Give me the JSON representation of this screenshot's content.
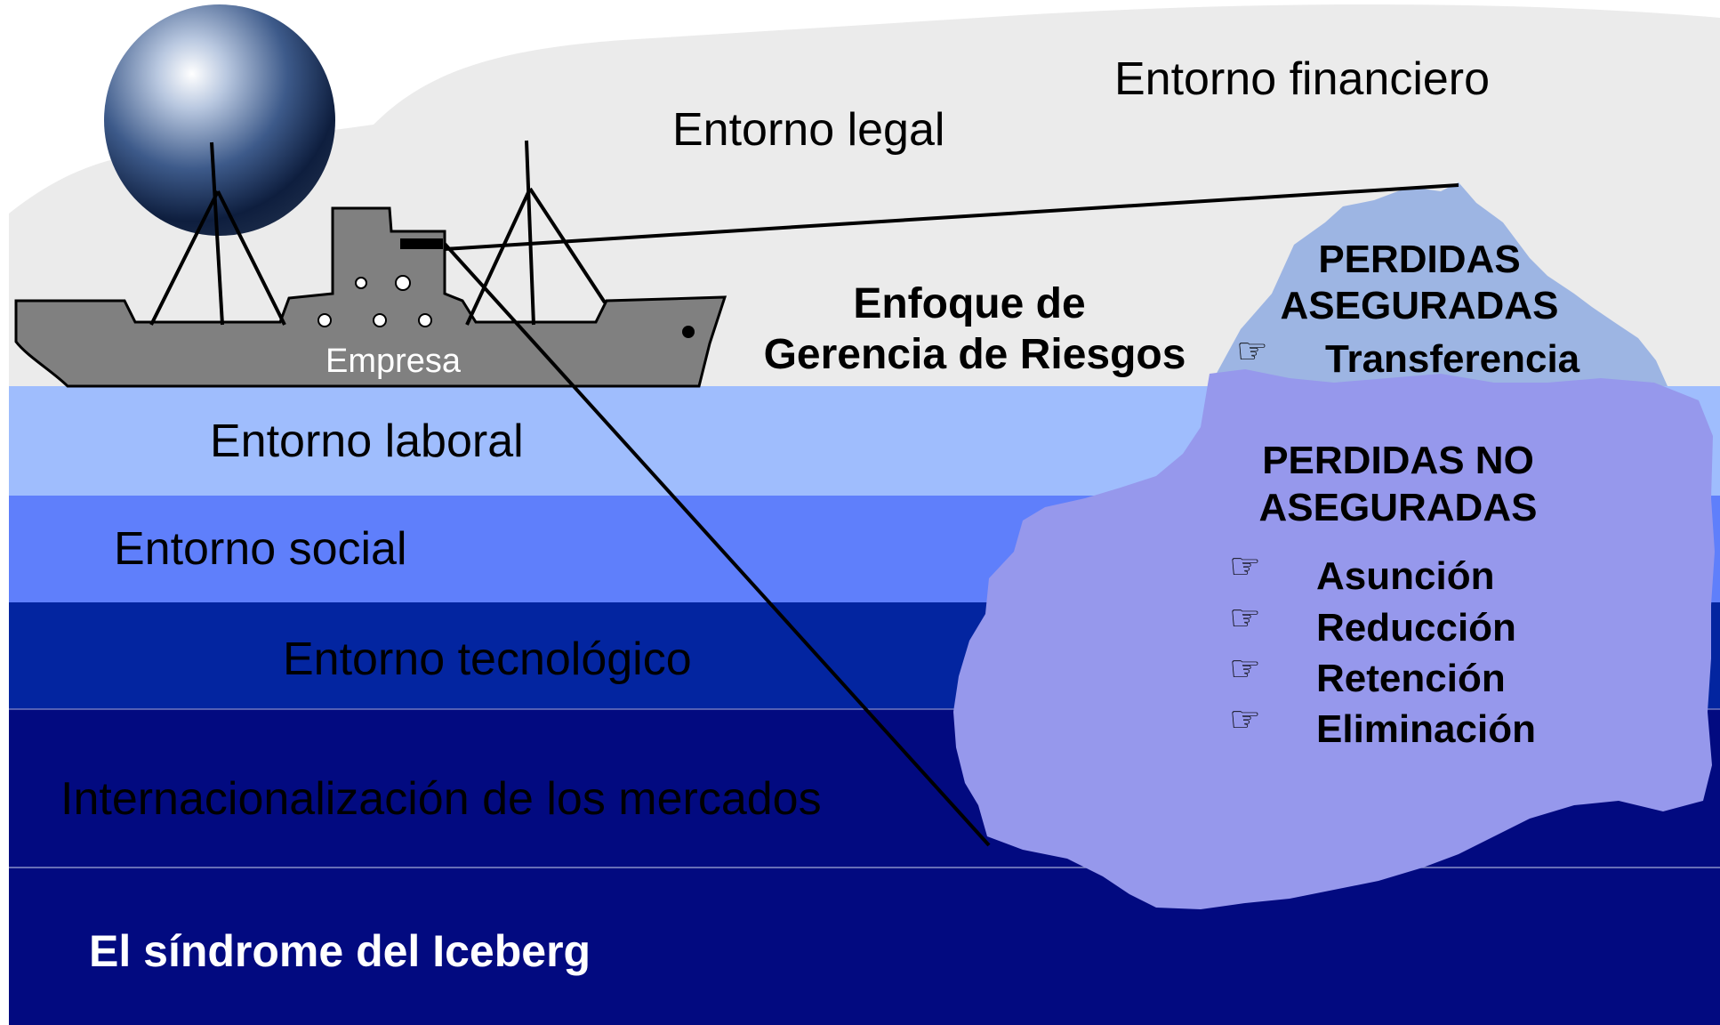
{
  "environments": {
    "financiero": "Entorno financiero",
    "legal": "Entorno legal",
    "laboral": "Entorno laboral",
    "social": "Entorno social",
    "tecnologico": "Entorno tecnológico",
    "internacionalizacion": "Internacionalización de los mercados"
  },
  "ship_label": "Empresa",
  "approach": {
    "line1": "Enfoque de",
    "line2": "Gerencia de Riesgos"
  },
  "insured": {
    "line1": "PERDIDAS",
    "line2": "ASEGURADAS",
    "items": [
      {
        "icon": "pointing-hand-icon",
        "label": "Transferencia"
      }
    ]
  },
  "uninsured": {
    "line1": "PERDIDAS  NO",
    "line2": "ASEGURADAS",
    "items": [
      {
        "icon": "pointing-hand-icon",
        "label": "Asunción"
      },
      {
        "icon": "pointing-hand-icon",
        "label": "Reducción"
      },
      {
        "icon": "pointing-hand-icon",
        "label": "Retención"
      },
      {
        "icon": "pointing-hand-icon",
        "label": "Eliminación"
      }
    ]
  },
  "footer_title": "El síndrome del Iceberg",
  "colors": {
    "sky": "#ebebeb",
    "water_laboral": "#9fbdfd",
    "water_social": "#5f7ffb",
    "water_tecnologico": "#0325a0",
    "water_deep": "#020a80",
    "iceberg_top": "#9db5e3",
    "iceberg_bottom": "#9698ec",
    "ship": "#808080"
  }
}
